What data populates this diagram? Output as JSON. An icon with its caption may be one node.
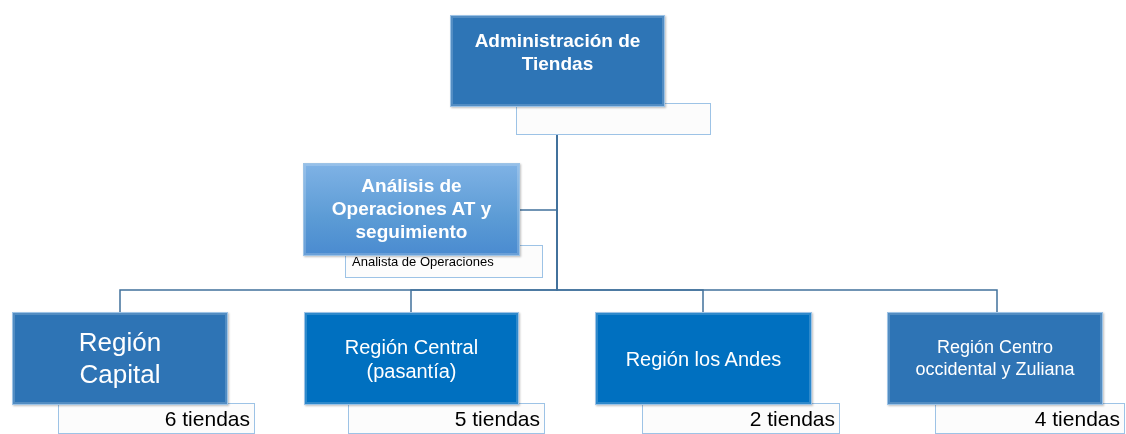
{
  "diagram": {
    "nodes": [
      {
        "text": [
          "Administración de Tiendas"
        ]
      },
      {
        "text": [],
        "shape": "box"
      },
      {
        "text": [
          "Análisis de Operaciones AT y seguimiento",
          "Analista de Operaciones"
        ]
      },
      {
        "text": [
          "Región Capital",
          "6 tiendas"
        ]
      },
      {
        "text": [
          "Región Central (pasantía)",
          "5 tiendas"
        ]
      },
      {
        "text": [
          "Región los Andes",
          "2 tiendas"
        ]
      },
      {
        "text": [
          "Región Centro occidental y Zuliana",
          "4 tiendas"
        ]
      }
    ],
    "edges": [
      {
        "from": 1,
        "to": 2,
        "arrow": "none"
      },
      {
        "from": 1,
        "to": 3,
        "arrow": "none"
      },
      {
        "from": 1,
        "to": 4,
        "arrow": "none"
      },
      {
        "from": 1,
        "to": 5,
        "arrow": "none"
      },
      {
        "from": 1,
        "to": 6,
        "arrow": "none"
      }
    ]
  }
}
